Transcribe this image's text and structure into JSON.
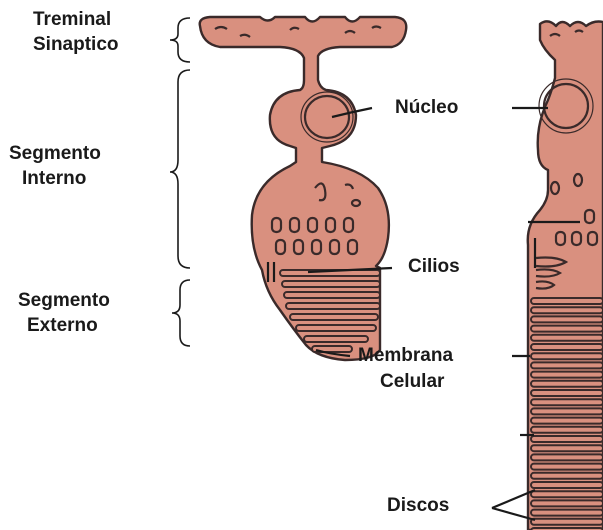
{
  "labels": {
    "terminal_line1": "Treminal",
    "terminal_line2": "Sinaptico",
    "inner_line1": "Segmento",
    "inner_line2": "Interno",
    "outer_line1": "Segmento",
    "outer_line2": "Externo",
    "nucleus": "Núcleo",
    "cilia": "Cilios",
    "membrane_line1": "Membrana",
    "membrane_line2": "Celular",
    "discs": "Discos"
  },
  "colors": {
    "cell_fill": "#d9907f",
    "outline": "#3a2a2a",
    "text": "#1a1a1a"
  }
}
